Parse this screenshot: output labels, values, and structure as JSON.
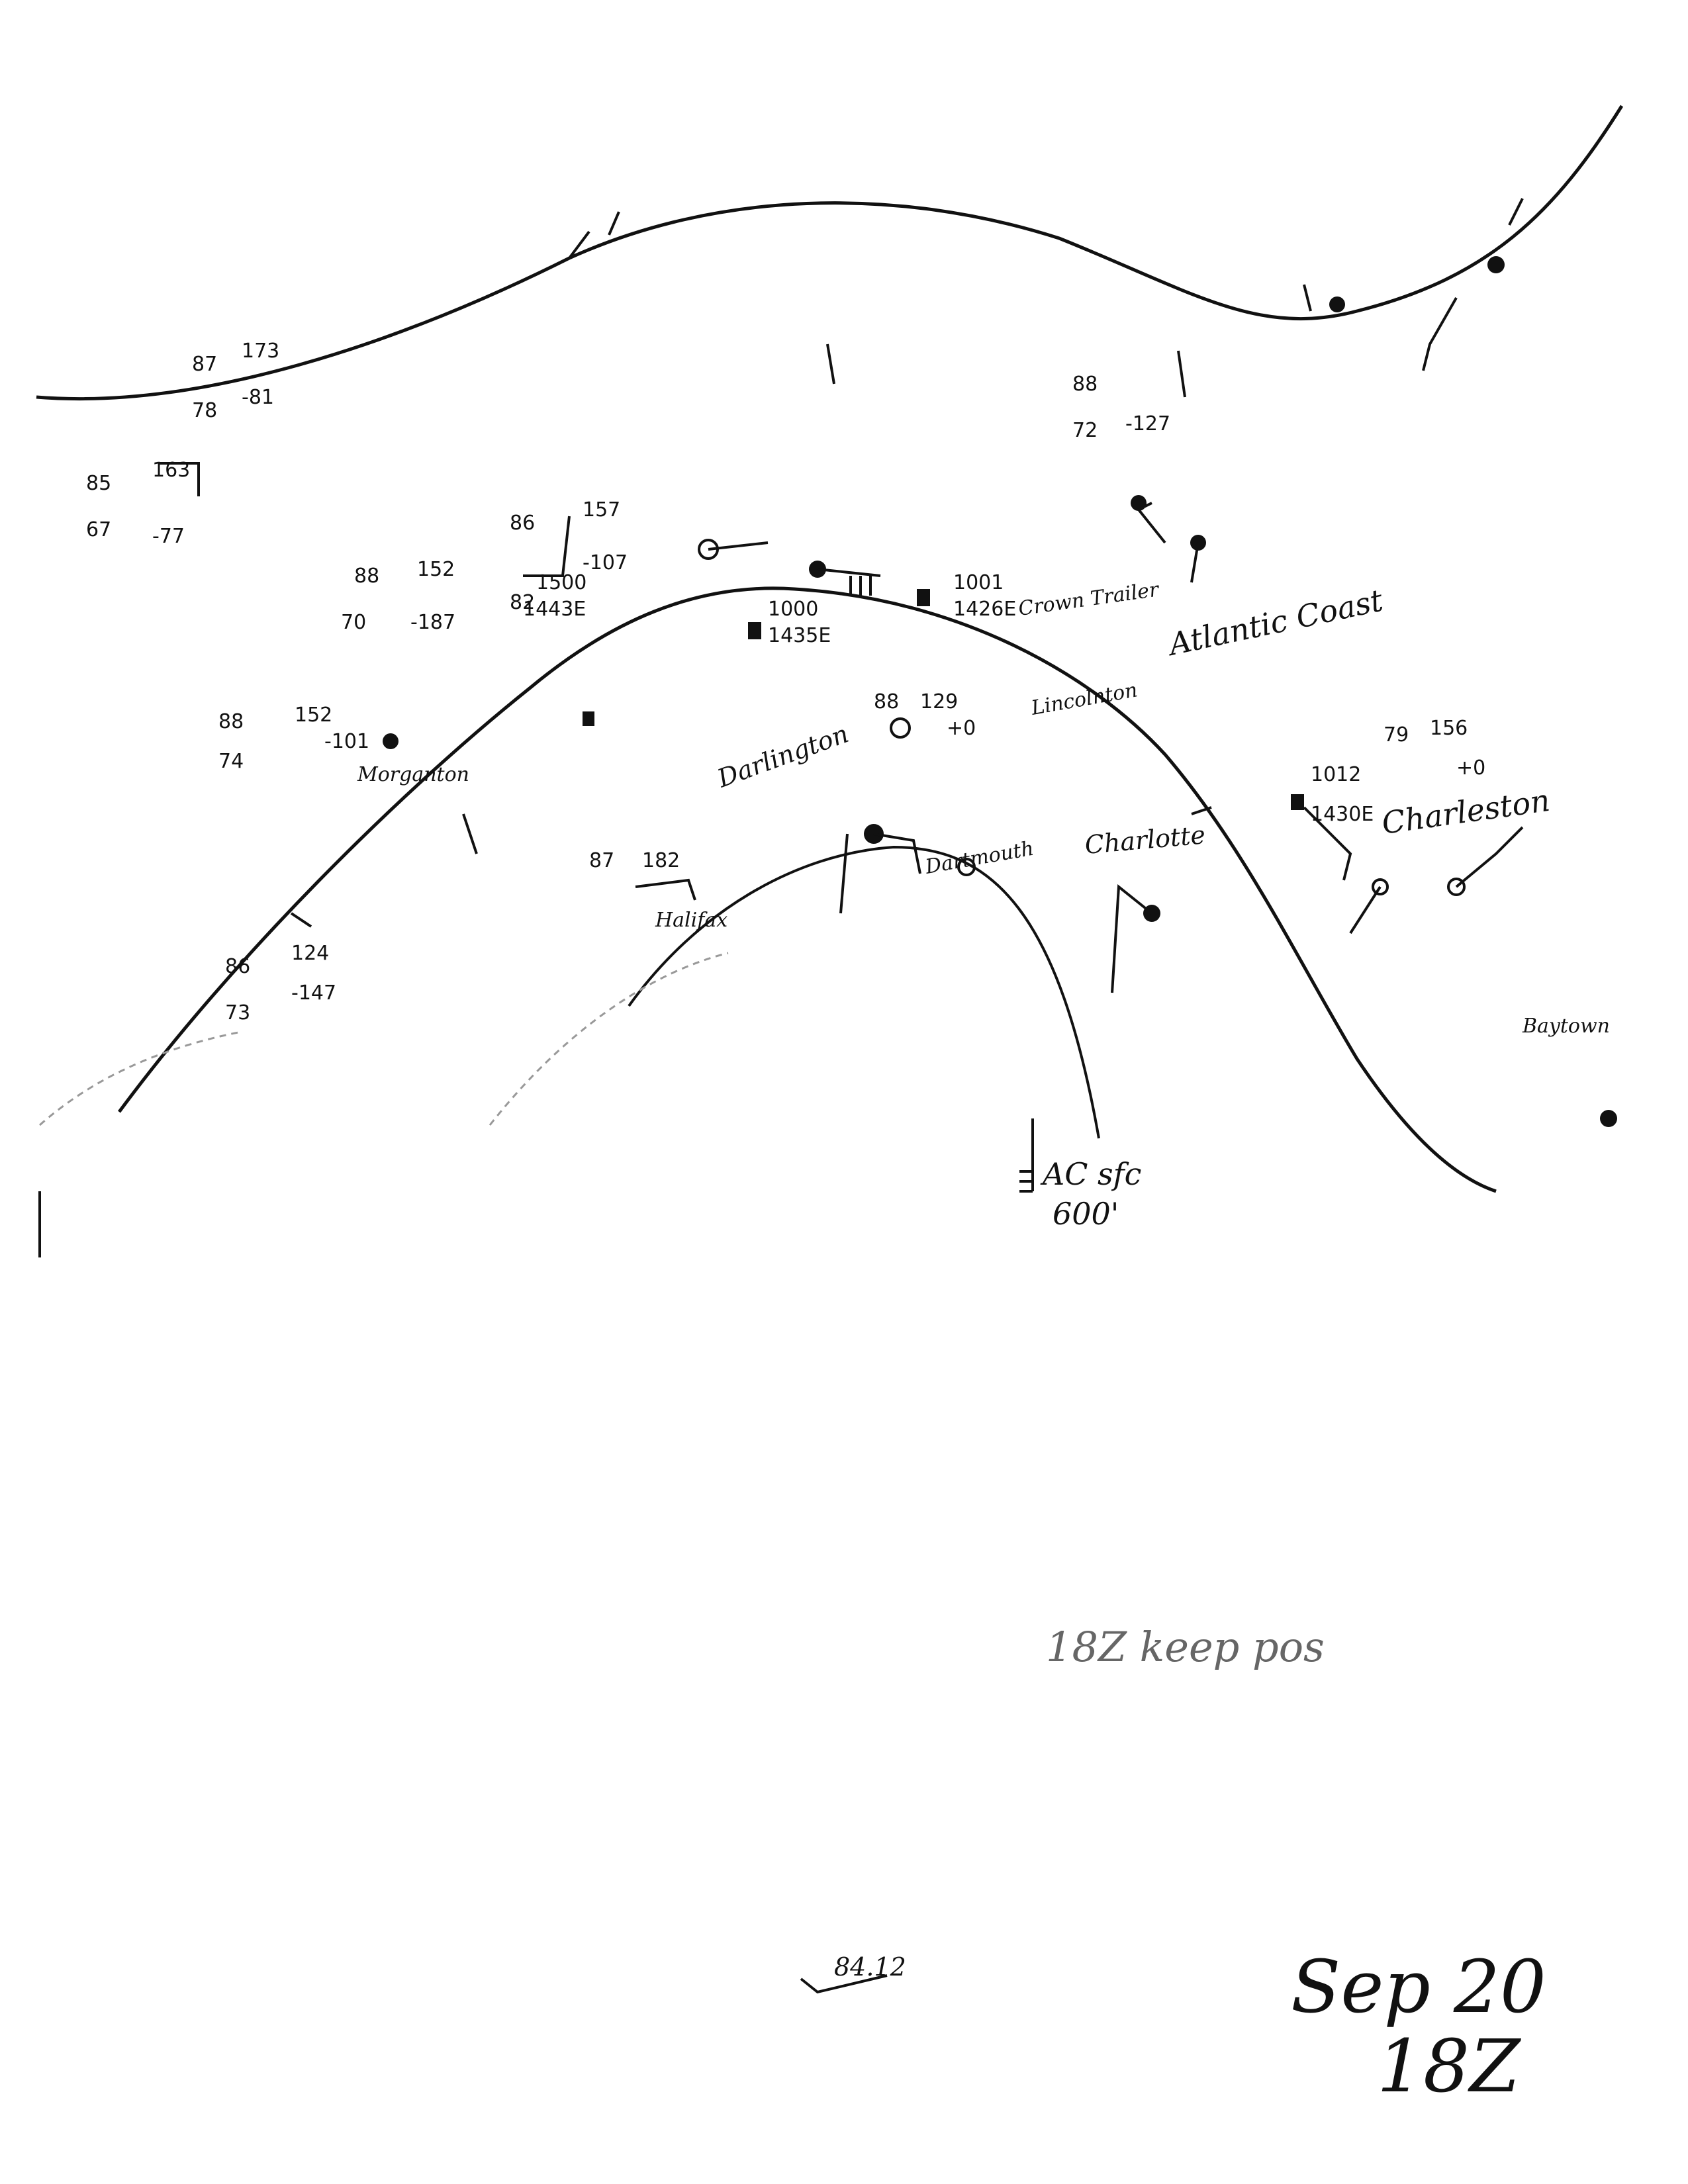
{
  "map": {
    "place_labels": [
      "Morganton",
      "Darlington",
      "Halifax",
      "Dartmouth",
      "Charlotte",
      "Charleston",
      "Atlantic Coast",
      "Crown Trailer",
      "Baytown",
      "Lincolnton"
    ],
    "annotations": {
      "cloud_obs": "AC sfc",
      "cloud_height": "600'",
      "note": "18Z keep pos",
      "bottom_value": "84.12",
      "date": "Sep 20",
      "time": "18Z"
    },
    "stations": [
      {
        "temp": "87",
        "dew": "78",
        "pressure": "173",
        "tendency": "-81"
      },
      {
        "temp": "85",
        "dew": "67",
        "pressure": "163",
        "tendency": "-77"
      },
      {
        "temp": "88",
        "dew": "70",
        "pressure": "152",
        "tendency": "-187"
      },
      {
        "temp": "88",
        "dew": "74",
        "pressure": "152",
        "tendency": "-101"
      },
      {
        "temp": "86",
        "dew": "82",
        "pressure": "157",
        "tendency": "-107"
      },
      {
        "temp": "88",
        "dew": "72",
        "pressure": "",
        "tendency": "-127"
      },
      {
        "temp": "86",
        "dew": "73",
        "pressure": "124",
        "tendency": "-147"
      },
      {
        "temp": "87",
        "dew": "",
        "pressure": "182",
        "tendency": ""
      },
      {
        "temp": "88",
        "dew": "",
        "pressure": "129",
        "tendency": "+0"
      },
      {
        "temp": "79",
        "dew": "",
        "pressure": "156",
        "tendency": "+0"
      },
      {
        "temp": "",
        "dew": "",
        "pressure": "1012",
        "tendency": "1430E"
      },
      {
        "temp": "",
        "dew": "",
        "pressure": "1001",
        "tendency": "1426E"
      },
      {
        "temp": "",
        "dew": "",
        "pressure": "1500",
        "tendency": "1443E"
      },
      {
        "temp": "",
        "dew": "",
        "pressure": "1000",
        "tendency": "1435E"
      }
    ]
  }
}
